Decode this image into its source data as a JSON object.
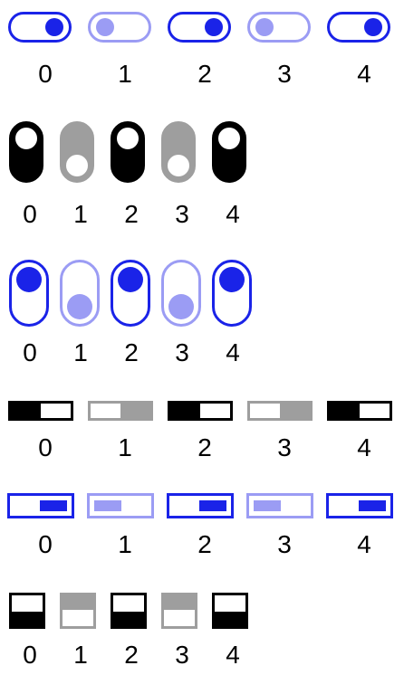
{
  "colors": {
    "accent": "#1a23e8",
    "accent_light": "#9b9cf4",
    "dark": "#000000",
    "gray": "#9e9e9e"
  },
  "groups": [
    {
      "style": "horizontal-pill-blue",
      "toggles": [
        {
          "label": "0",
          "on": true
        },
        {
          "label": "1",
          "on": false
        },
        {
          "label": "2",
          "on": true
        },
        {
          "label": "3",
          "on": false
        },
        {
          "label": "4",
          "on": true
        }
      ]
    },
    {
      "style": "vertical-pill-black",
      "toggles": [
        {
          "label": "0",
          "on": true
        },
        {
          "label": "1",
          "on": false
        },
        {
          "label": "2",
          "on": true
        },
        {
          "label": "3",
          "on": false
        },
        {
          "label": "4",
          "on": true
        }
      ]
    },
    {
      "style": "vertical-pill-blue",
      "toggles": [
        {
          "label": "0",
          "on": true
        },
        {
          "label": "1",
          "on": false
        },
        {
          "label": "2",
          "on": true
        },
        {
          "label": "3",
          "on": false
        },
        {
          "label": "4",
          "on": true
        }
      ]
    },
    {
      "style": "horizontal-rect-black",
      "toggles": [
        {
          "label": "0",
          "on": true
        },
        {
          "label": "1",
          "on": false
        },
        {
          "label": "2",
          "on": true
        },
        {
          "label": "3",
          "on": false
        },
        {
          "label": "4",
          "on": true
        }
      ]
    },
    {
      "style": "horizontal-rect-blue",
      "toggles": [
        {
          "label": "0",
          "on": true
        },
        {
          "label": "1",
          "on": false
        },
        {
          "label": "2",
          "on": true
        },
        {
          "label": "3",
          "on": false
        },
        {
          "label": "4",
          "on": true
        }
      ]
    },
    {
      "style": "vertical-square-black",
      "toggles": [
        {
          "label": "0",
          "on": true
        },
        {
          "label": "1",
          "on": false
        },
        {
          "label": "2",
          "on": true
        },
        {
          "label": "3",
          "on": false
        },
        {
          "label": "4",
          "on": true
        }
      ]
    }
  ]
}
